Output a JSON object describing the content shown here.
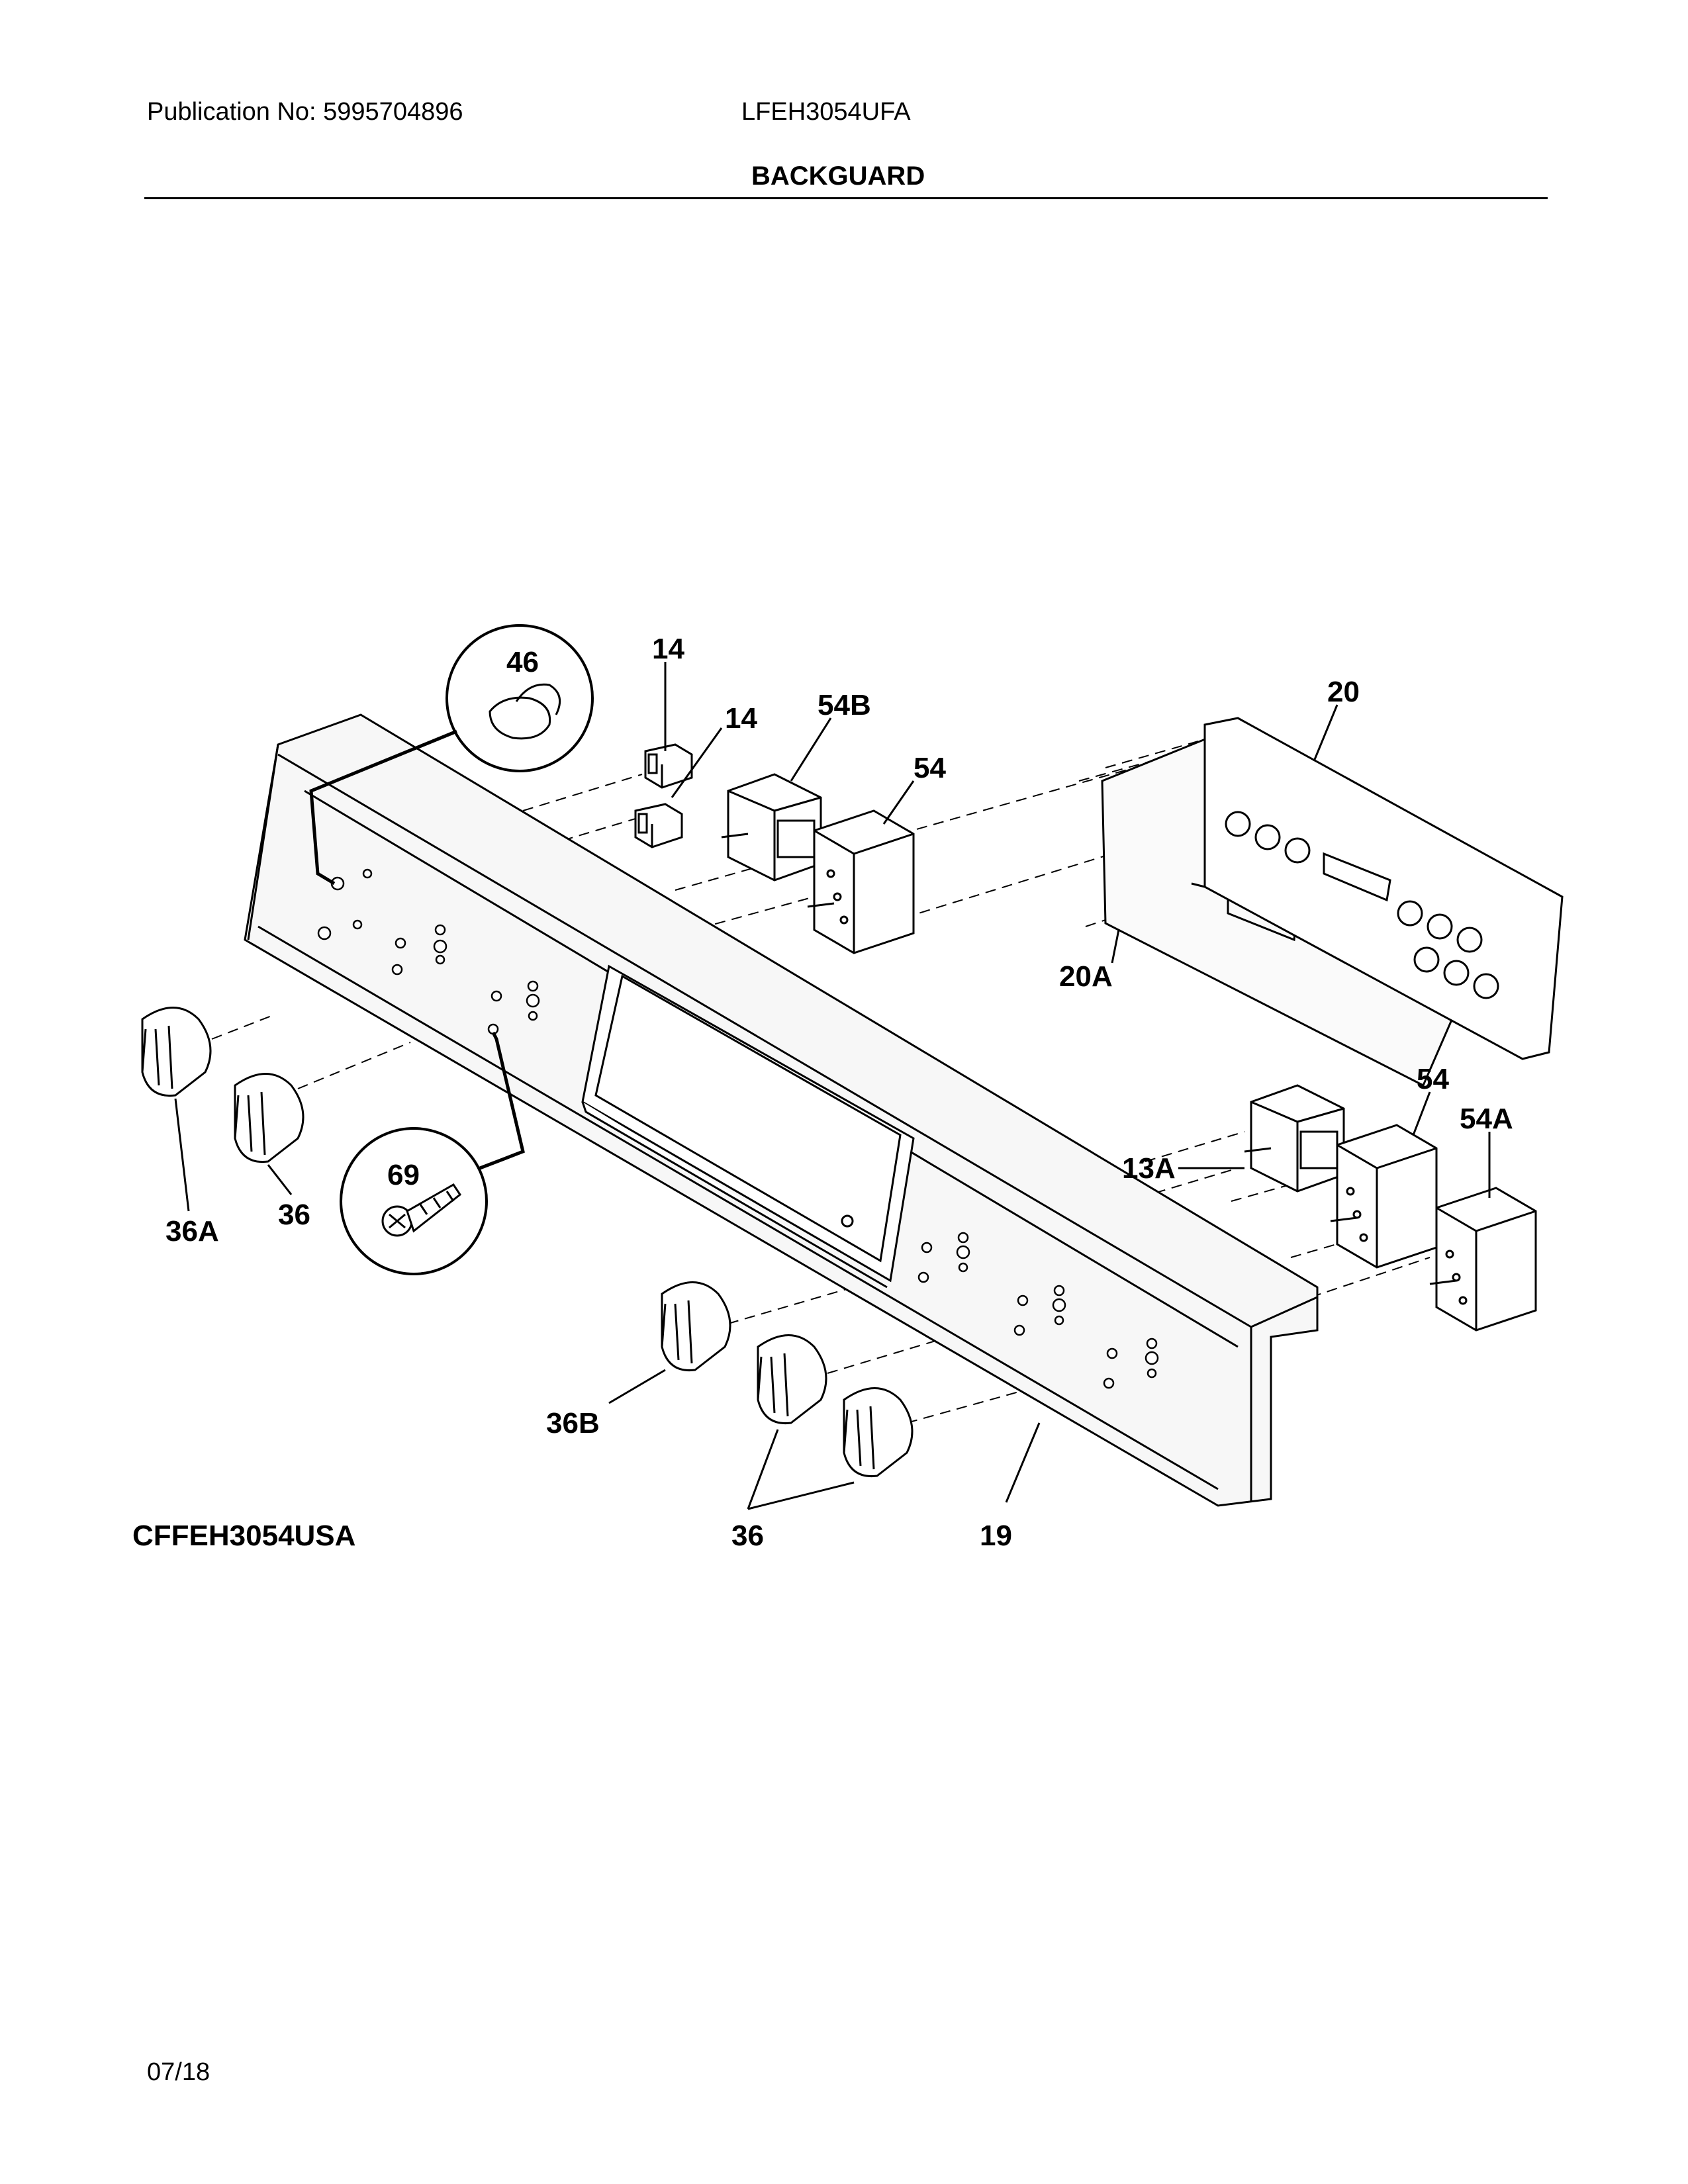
{
  "header": {
    "publication": "Publication No: 5995704896",
    "model": "LFEH3054UFA",
    "section_title": "BACKGUARD"
  },
  "diagram": {
    "callouts": {
      "c46": "46",
      "c14a": "14",
      "c14b": "14",
      "c54b": "54B",
      "c54a_top": "54",
      "c20": "20",
      "c20a": "20A",
      "c13a": "13A",
      "c54_right": "54",
      "c54a": "54A",
      "c36a": "36A",
      "c36_left": "36",
      "c69": "69",
      "c36b": "36B",
      "c36_bottom": "36",
      "c19": "19"
    },
    "figure_code": "CFFEH3054USA"
  },
  "footer": {
    "date": "07/18"
  }
}
